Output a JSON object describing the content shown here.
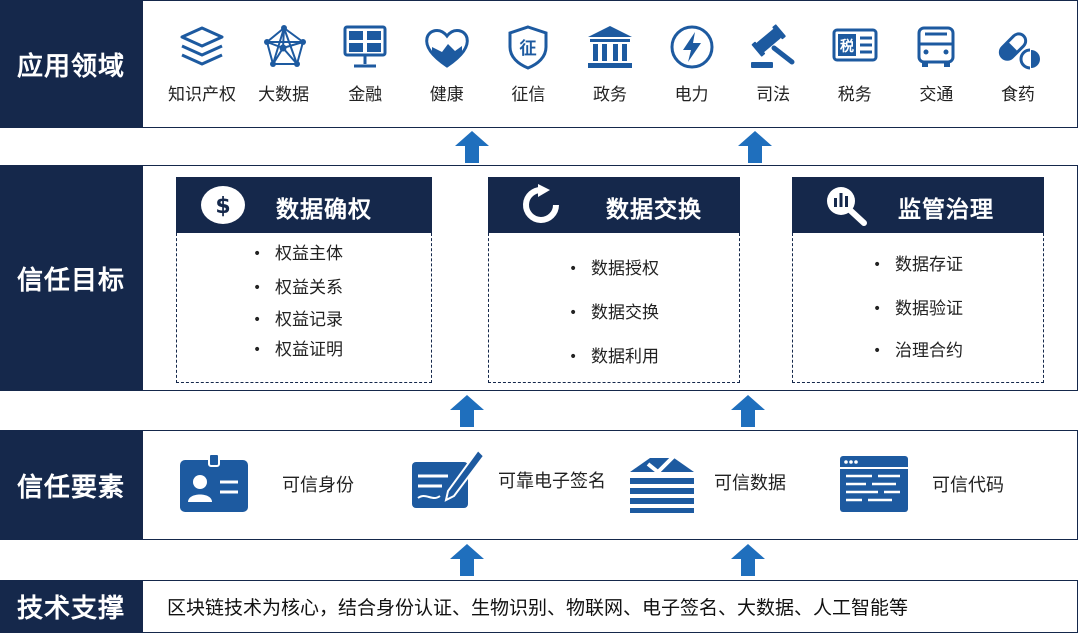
{
  "rows": {
    "application": {
      "label": "应用领域"
    },
    "goals": {
      "label": "信任目标"
    },
    "elements": {
      "label": "信任要素"
    },
    "tech": {
      "label": "技术支撑",
      "text": "区块链技术为核心，结合身份认证、生物识别、物联网、电子签名、大数据、人工智能等"
    }
  },
  "domains": [
    {
      "label": "知识产权",
      "icon": "layers-icon"
    },
    {
      "label": "大数据",
      "icon": "network-icon"
    },
    {
      "label": "金融",
      "icon": "solar-panel-icon"
    },
    {
      "label": "健康",
      "icon": "heart-icon"
    },
    {
      "label": "征信",
      "icon": "shield-icon"
    },
    {
      "label": "政务",
      "icon": "government-building-icon"
    },
    {
      "label": "电力",
      "icon": "lightning-icon"
    },
    {
      "label": "司法",
      "icon": "gavel-icon"
    },
    {
      "label": "税务",
      "icon": "tax-icon"
    },
    {
      "label": "交通",
      "icon": "bus-icon"
    },
    {
      "label": "食药",
      "icon": "pill-icon"
    }
  ],
  "goals": [
    {
      "title": "数据确权",
      "icon": "dollar-icon",
      "items": [
        "权益主体",
        "权益关系",
        "权益记录",
        "权益证明"
      ]
    },
    {
      "title": "数据交换",
      "icon": "refresh-icon",
      "items": [
        "数据授权",
        "数据交换",
        "数据利用"
      ]
    },
    {
      "title": "监管治理",
      "icon": "magnifier-chart-icon",
      "items": [
        "数据存证",
        "数据验证",
        "治理合约"
      ]
    }
  ],
  "elements": [
    {
      "label": "可信身份",
      "icon": "id-card-icon"
    },
    {
      "label": "可靠电子签名",
      "icon": "signature-icon"
    },
    {
      "label": "可信数据",
      "icon": "data-stack-icon"
    },
    {
      "label": "可信代码",
      "icon": "code-window-icon"
    }
  ],
  "colors": {
    "navy": "#15284b",
    "blue": "#1f6fbd",
    "icon_blue": "#1d5aa0"
  }
}
